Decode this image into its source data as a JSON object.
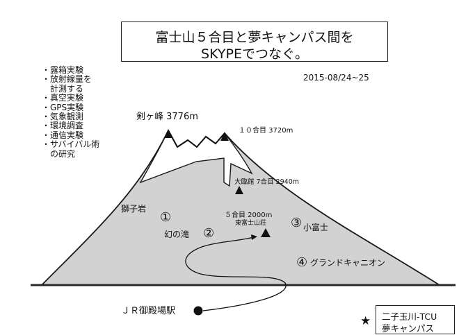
{
  "title": {
    "line1": "富士山５合目と夢キャンパス間を",
    "line2": "SKYPEでつなぐ。"
  },
  "date": "2015-08/24~25",
  "activities": [
    "・露箱実験",
    "・放射線量を",
    "　計測する",
    "・真空実験",
    "・GPS実験",
    "・気象観測",
    "・環境調査",
    "・通信実験",
    "・サバイバル術",
    "　の研究"
  ],
  "peaks": {
    "kengamine": "剣ヶ峰  3776m",
    "tenth_station": "１０合目  3720m",
    "seventh_station": "大臨館  7合目  2940m",
    "fifth_station_line1": "５合目  2000m",
    "fifth_station_line2": "東富士山荘"
  },
  "places": {
    "shishiiwa": "獅子岩",
    "num1": "①",
    "maboroshi": "幻の滝",
    "num2": "②",
    "num3": "③",
    "kofuji": "小富士",
    "num4": "④",
    "grand_canyon": "グランドキャニオン"
  },
  "jr_station": "ＪＲ御殿場駅",
  "campus": {
    "line1": "二子玉川-TCU",
    "line2": "夢キャンパス"
  },
  "colors": {
    "mountain_fill": "#d2d2d2",
    "ink": "#111111",
    "ground": "#2a2a2a"
  }
}
